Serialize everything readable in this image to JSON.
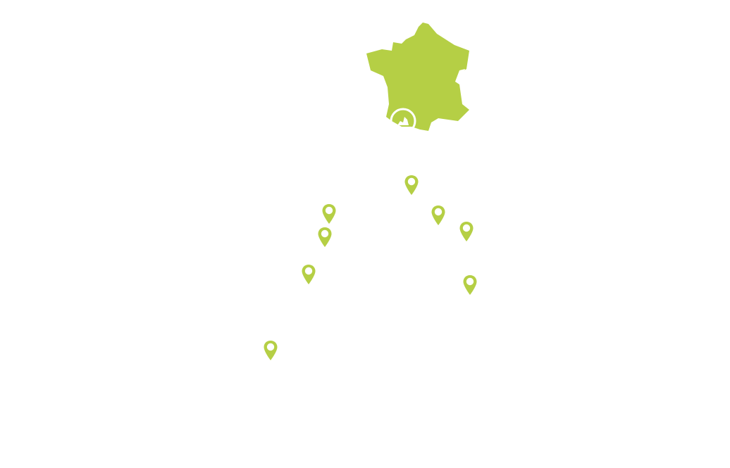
{
  "colors": {
    "accent": "#b5cf45",
    "background": "#ffffff"
  },
  "inset_map": {
    "icon": "france-map-with-region-marker",
    "highlighted_region_marker_icon": "region-target-icon"
  },
  "markers": [
    {
      "id": "marker-1",
      "icon": "map-pin-icon"
    },
    {
      "id": "marker-2",
      "icon": "map-pin-icon"
    },
    {
      "id": "marker-3",
      "icon": "map-pin-icon"
    },
    {
      "id": "marker-4",
      "icon": "map-pin-icon"
    },
    {
      "id": "marker-5",
      "icon": "map-pin-icon"
    },
    {
      "id": "marker-6",
      "icon": "map-pin-icon"
    },
    {
      "id": "marker-7",
      "icon": "map-pin-icon"
    },
    {
      "id": "marker-8",
      "icon": "map-pin-icon"
    },
    {
      "id": "marker-9",
      "icon": "map-pin-icon"
    }
  ]
}
